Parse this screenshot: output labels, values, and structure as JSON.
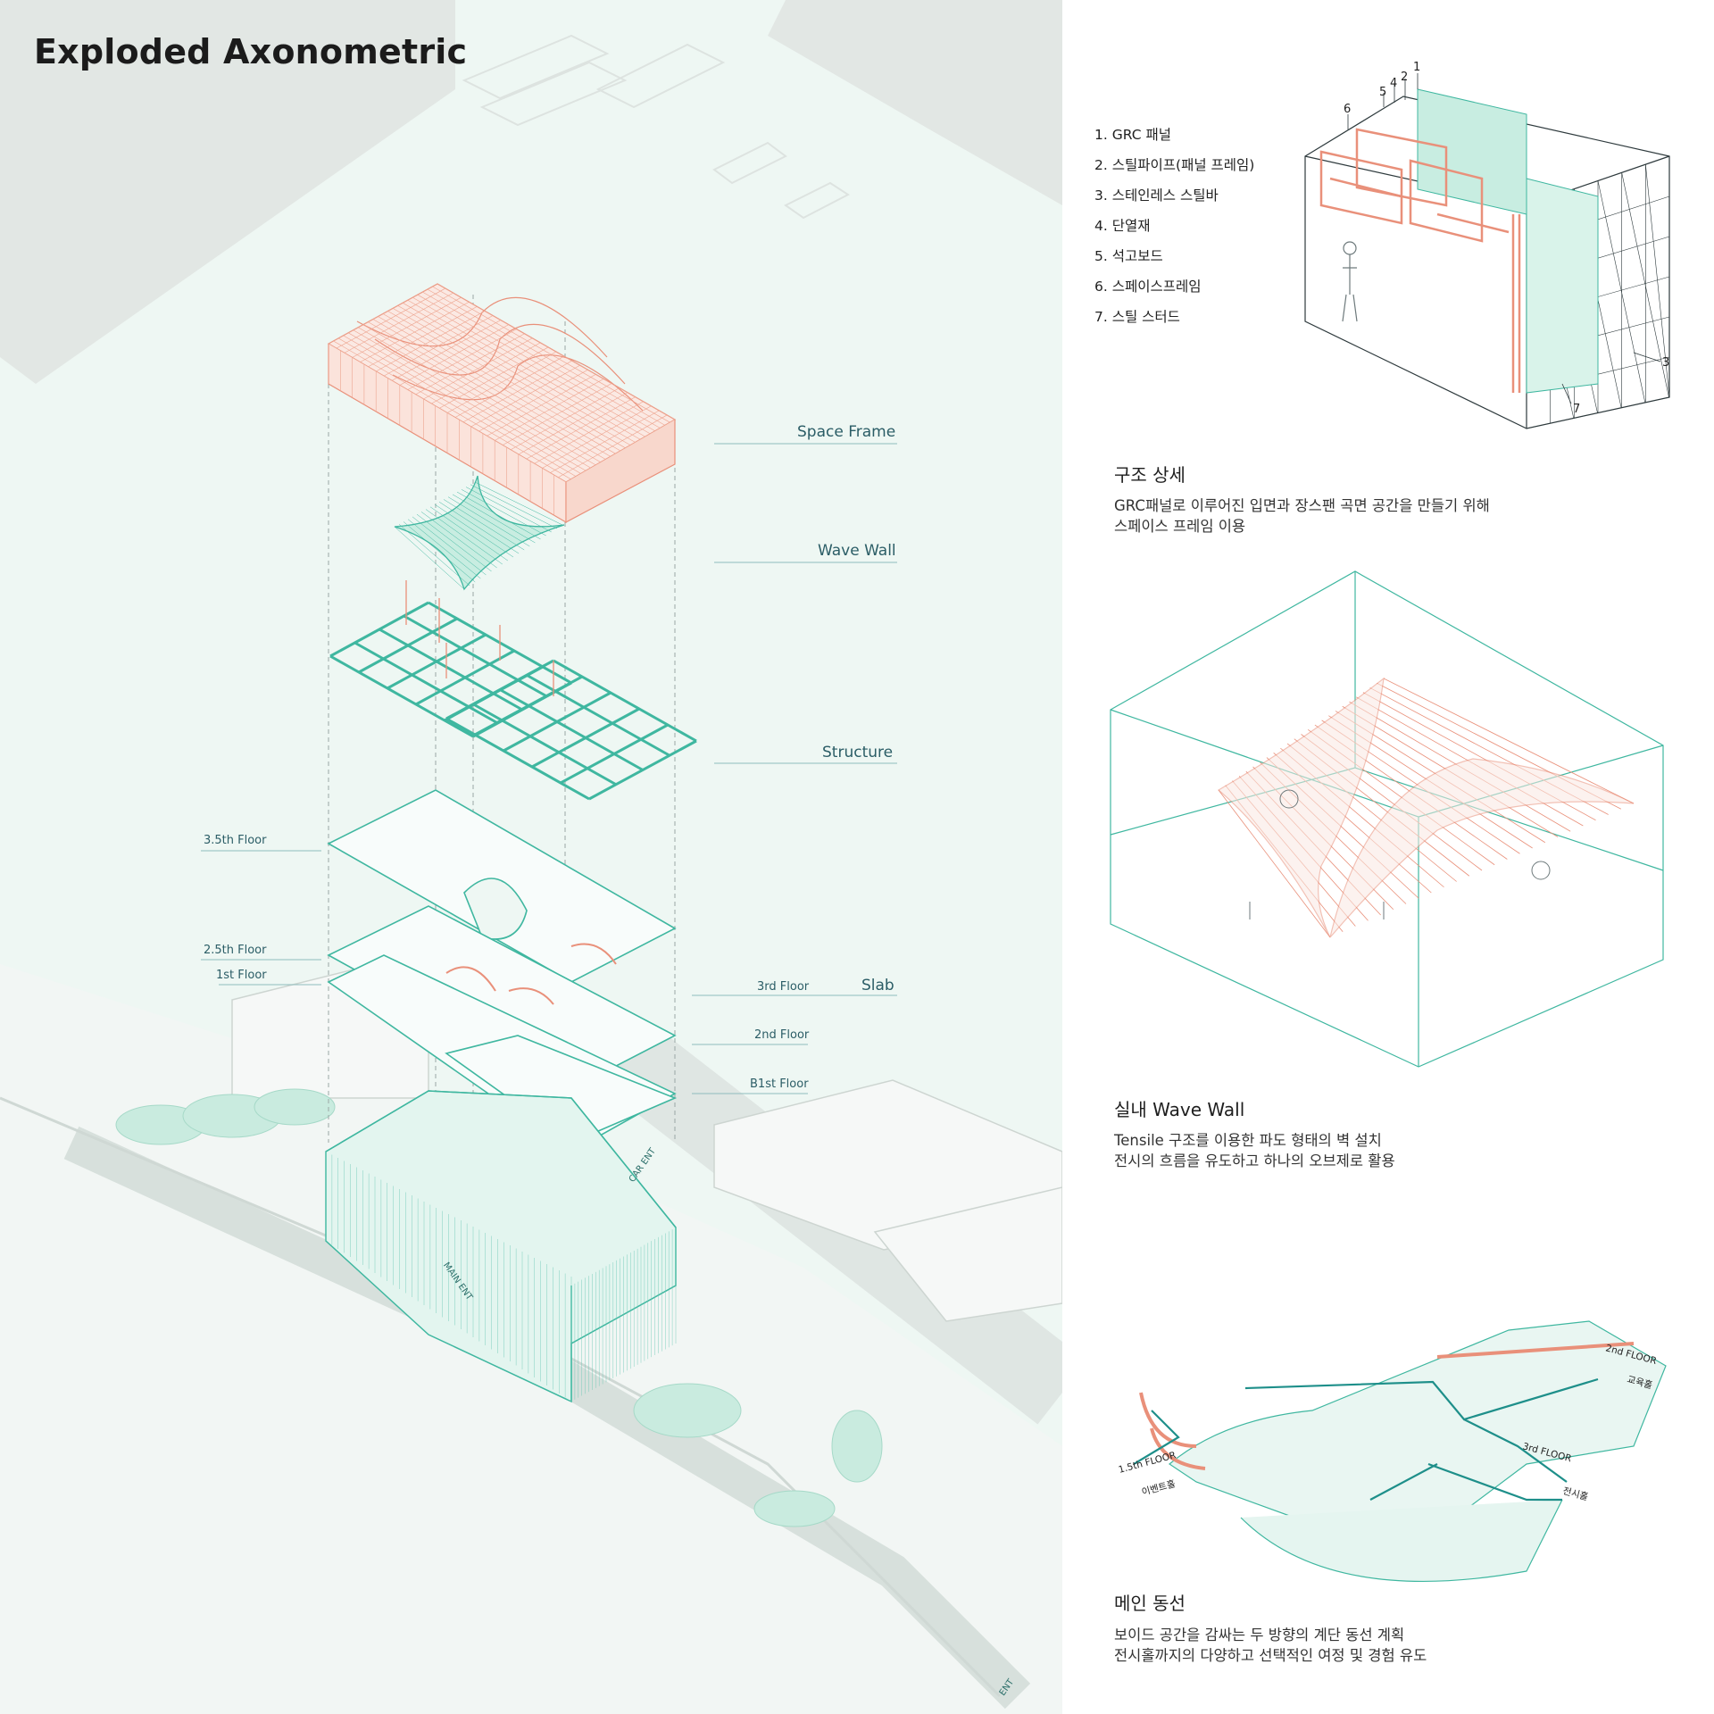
{
  "title": "Exploded Axonometric",
  "layers": {
    "space_frame": "Space Frame",
    "wave_wall": "Wave Wall",
    "structure": "Structure",
    "slab": "Slab"
  },
  "floors_left": [
    "3.5th Floor",
    "2.5th Floor",
    "1st Floor"
  ],
  "floors_right": [
    "3rd Floor",
    "2nd Floor",
    "B1st Floor"
  ],
  "site_labels": {
    "car_ent": "CAR ENT",
    "main_ent": "MAIN ENT",
    "ent": "ENT"
  },
  "legend": [
    "1. GRC 패널",
    "2. 스틸파이프(패널 프레임)",
    "3. 스테인레스 스틸바",
    "4. 단열재",
    "5. 석고보드",
    "6. 스페이스프레임",
    "7. 스틸 스터드"
  ],
  "detail_numbers": [
    "1",
    "2",
    "4",
    "5",
    "6",
    "3",
    "7"
  ],
  "sections": [
    {
      "heading": "구조 상세",
      "lines": [
        "GRC패널로 이루어진 입면과 장스팬 곡면 공간을 만들기 위해",
        "스페이스 프레임 이용"
      ]
    },
    {
      "heading": "실내 Wave Wall",
      "lines": [
        "Tensile 구조를 이용한 파도 형태의 벽 설치",
        "전시의 흐름을 유도하고 하나의 오브제로 활용"
      ]
    },
    {
      "heading": "메인 동선",
      "lines": [
        "보이드 공간을 감싸는 두 방향의 계단 동선 계획",
        "전시홀까지의 다양하고 선택적인 여정 및 경험 유도"
      ]
    }
  ],
  "circulation_labels": {
    "floor_2nd": "2nd FLOOR",
    "floor_3rd": "3rd FLOOR",
    "floor_15": "1.5th FLOOR",
    "edu": "교육홀",
    "exhibit": "전시홀",
    "event": "이벤트홀"
  },
  "colors": {
    "mint": "#3fb7a0",
    "coral": "#e9907a",
    "teal_text": "#2b5d66",
    "site_bg": "#eef7f3",
    "land": "#e3e8e5"
  }
}
